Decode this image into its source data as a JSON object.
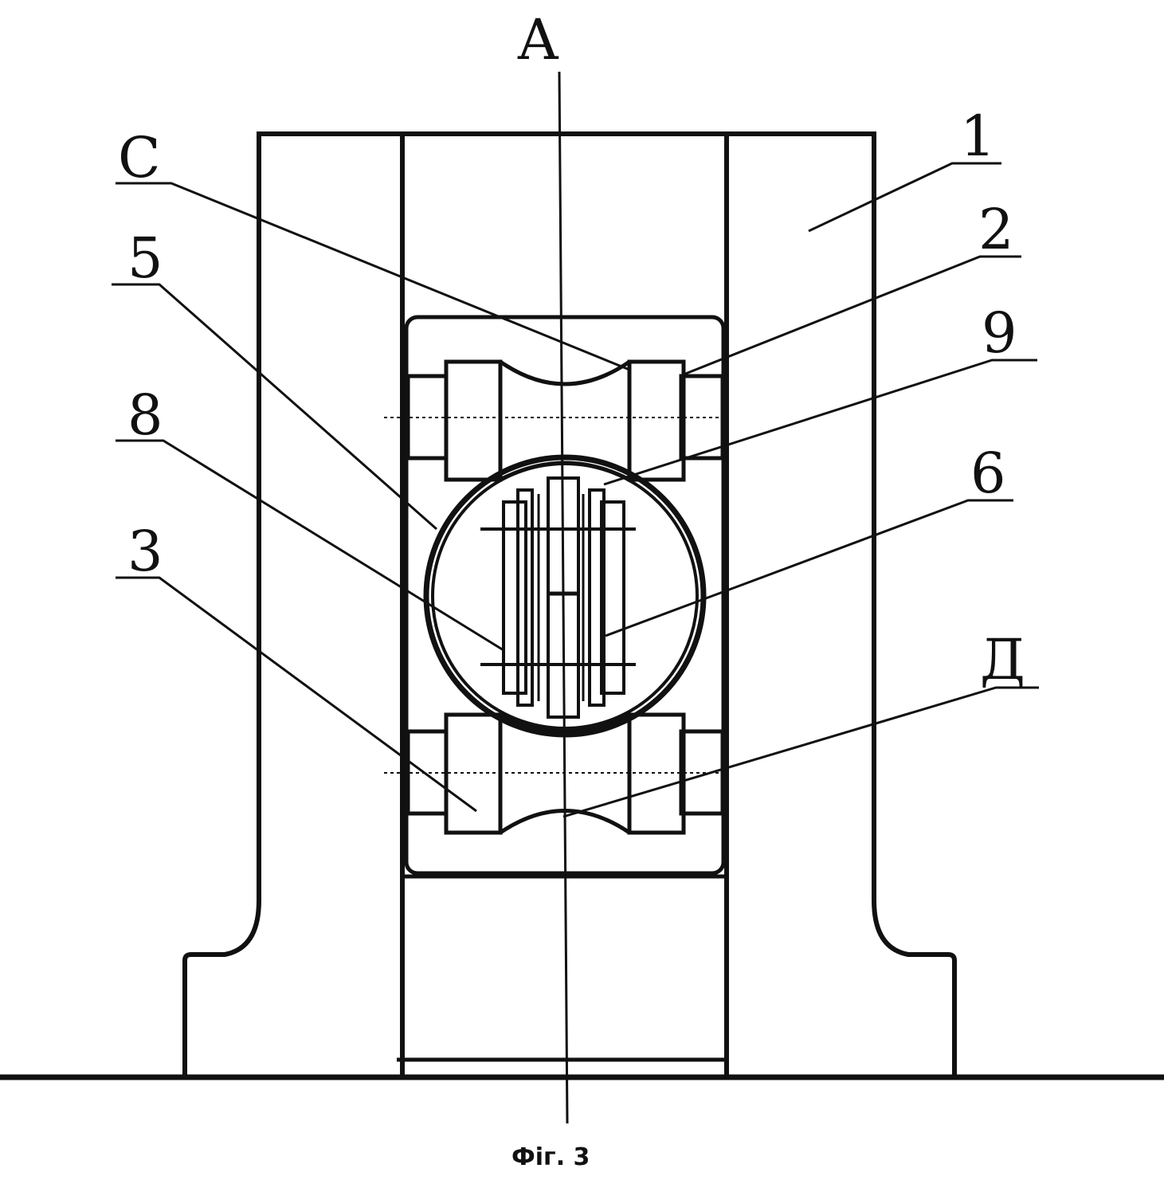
{
  "figure": {
    "caption": "Фіг. 3",
    "section_label": "A",
    "labels": {
      "C": "С",
      "D": "Д",
      "n1": "1",
      "n2": "2",
      "n3": "3",
      "n5": "5",
      "n6": "6",
      "n8": "8",
      "n9": "9"
    }
  }
}
